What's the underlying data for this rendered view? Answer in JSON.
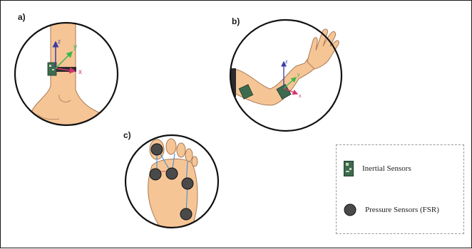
{
  "panels": {
    "a": "a)",
    "b": "b)",
    "c": "c)"
  },
  "axes": {
    "ankle": {
      "x": "x",
      "y": "y",
      "z": "z"
    },
    "arm": {
      "x": "x",
      "y": "y",
      "z": "z"
    }
  },
  "legend": {
    "inertial": "Inertial Sensors",
    "pressure": "Pressure Sensors (FSR)"
  },
  "colors": {
    "skin": "#f6c596",
    "sensor_board": "#3d6b4f",
    "fsr": "#4a4a4a",
    "axis_x": "#d6356f",
    "axis_y": "#39b84a",
    "axis_z": "#3a3aa8"
  }
}
